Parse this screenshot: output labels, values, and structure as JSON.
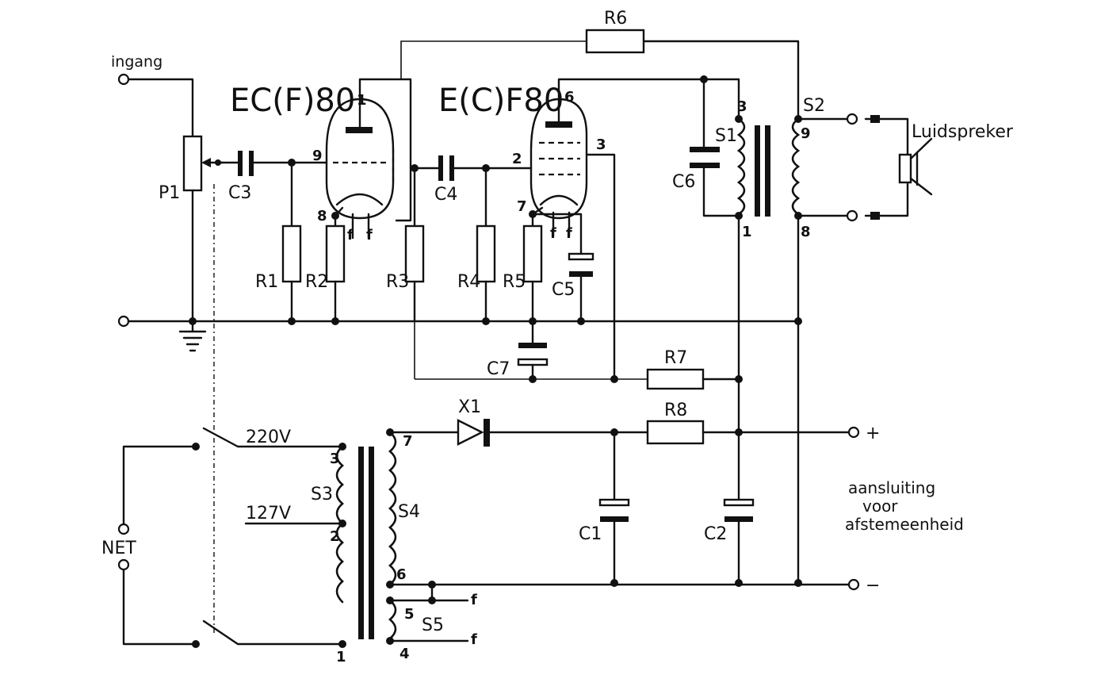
{
  "labels": {
    "ingang": "ingang",
    "tube1": "EC(F)80",
    "tube2": "E(C)F80",
    "luidspreker": "Luidspreker",
    "net": "NET",
    "v220": "220V",
    "v127": "127V",
    "note_line1": "aansluiting",
    "note_line2": "voor",
    "note_line3": "afstemeenheid",
    "plus": "+",
    "minus": "−"
  },
  "components": {
    "P1": "P1",
    "C3": "C3",
    "C4": "C4",
    "C5": "C5",
    "C6": "C6",
    "C7": "C7",
    "C1": "C1",
    "C2": "C2",
    "R1": "R1",
    "R2": "R2",
    "R3": "R3",
    "R4": "R4",
    "R5": "R5",
    "R6": "R6",
    "R7": "R7",
    "R8": "R8",
    "S1": "S1",
    "S2": "S2",
    "S3": "S3",
    "S4": "S4",
    "S5": "S5",
    "X1": "X1"
  },
  "pins": {
    "t1_1": "1",
    "t1_9": "9",
    "t1_8": "8",
    "t2_6": "6",
    "t2_2": "2",
    "t2_3": "3",
    "t2_7": "7",
    "s1_3": "3",
    "s1_1": "1",
    "s2_9": "9",
    "s2_8": "8",
    "s3_3": "3",
    "s3_2": "2",
    "s3_1": "1",
    "s4_7": "7",
    "s4_6": "6",
    "s5_5": "5",
    "s5_4": "4",
    "heater_f1": "f",
    "heater_f2": "f",
    "fil_a": "f",
    "fil_b": "f",
    "fil_c": "f",
    "fil_d": "f"
  }
}
